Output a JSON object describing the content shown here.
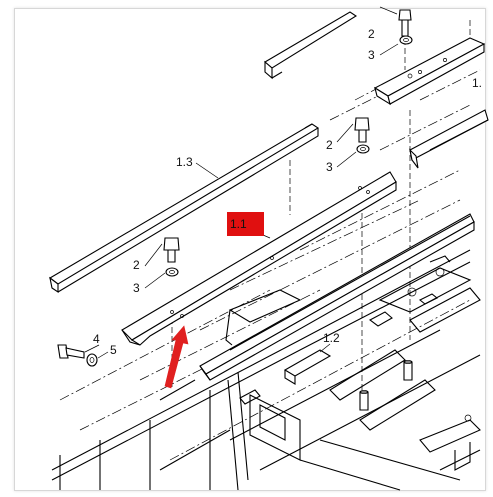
{
  "labels": {
    "part_1_1": "1.1",
    "part_1_2": "1.2",
    "part_1_3": "1.3",
    "bolt_top": "2",
    "washer_top": "3",
    "bolt_mid": "2",
    "washer_mid": "3",
    "bolt_low": "2",
    "washer_low": "3",
    "bolt_side": "4",
    "washer_side": "5",
    "edge_label": "1."
  },
  "colors": {
    "highlight": "#e01010",
    "arrow": "#e02020",
    "line": "#000000"
  }
}
